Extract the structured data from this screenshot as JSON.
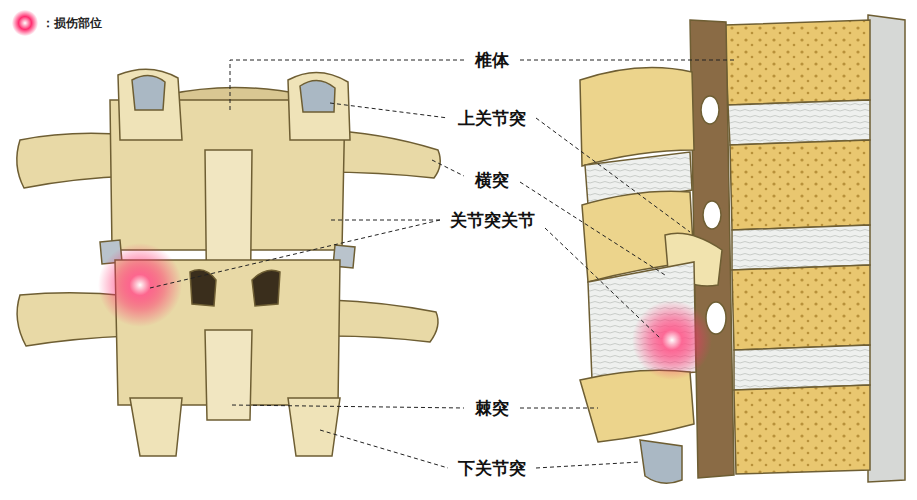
{
  "diagram": {
    "labels": [
      "椎体",
      "上关节突",
      "横突",
      "关节突关节",
      "棘突",
      "下关节突"
    ],
    "legend": [
      {
        "text": "：损伤部位",
        "color": "#ff2d6f"
      }
    ]
  }
}
